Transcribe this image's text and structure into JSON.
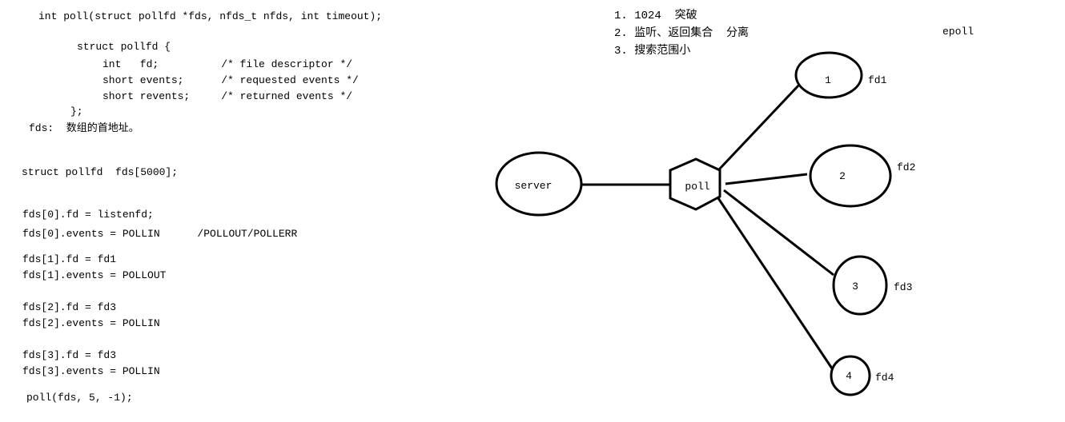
{
  "code": {
    "lines": [
      {
        "text": "int poll(struct pollfd *fds, nfds_t nfds, int timeout);"
      },
      {
        "text": "struct pollfd {"
      },
      {
        "text": "int   fd;          /* file descriptor */"
      },
      {
        "text": "short events;      /* requested events */"
      },
      {
        "text": "short revents;     /* returned events */"
      },
      {
        "text": "};"
      },
      {
        "text": "fds:  数组的首地址。"
      },
      {
        "text": "struct pollfd  fds[5000];"
      },
      {
        "text": "fds[0].fd = listenfd;"
      },
      {
        "text": "fds[0].events = POLLIN      /POLLOUT/POLLERR"
      },
      {
        "text": "fds[1].fd = fd1"
      },
      {
        "text": "fds[1].events = POLLOUT"
      },
      {
        "text": "fds[2].fd = fd3"
      },
      {
        "text": "fds[2].events = POLLIN"
      },
      {
        "text": "fds[3].fd = fd3"
      },
      {
        "text": "fds[3].events = POLLIN"
      },
      {
        "text": "poll(fds, 5, -1);"
      }
    ]
  },
  "notes": {
    "items": [
      "1. 1024  突破",
      "2. 监听、返回集合  分离",
      "3. 搜索范围小"
    ]
  },
  "labels": {
    "epoll": "epoll"
  },
  "diagram": {
    "server_label": "server",
    "hub_label": "poll",
    "nodes": [
      {
        "id": "1",
        "fd": "fd1"
      },
      {
        "id": "2",
        "fd": "fd2"
      },
      {
        "id": "3",
        "fd": "fd3"
      },
      {
        "id": "4",
        "fd": "fd4"
      }
    ]
  }
}
